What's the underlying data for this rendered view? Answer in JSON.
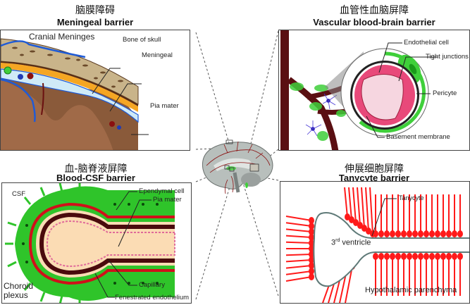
{
  "panels": {
    "meningeal": {
      "title_zh": "脑膜障碍",
      "title_en": "Meningeal barrier",
      "labels": {
        "cranial_meninges": "Cranial Meninges",
        "bone_of_skull": "Bone of skull",
        "meningeal": "Meningeal",
        "pia_mater": "Pia mater"
      }
    },
    "vascular": {
      "title_zh": "血管性血脑屏障",
      "title_en": "Vascular blood-brain barrier",
      "labels": {
        "endothelial_cell": "Endothelial cell",
        "tight_junctions": "Tight junctions",
        "pericyte": "Pericyte",
        "basement_membrane": "Basement membrane"
      }
    },
    "csf": {
      "title_zh": "血-脑脊液屏障",
      "title_en": "Blood-CSF barrier",
      "labels": {
        "csf": "CSF",
        "ependymal_cell": "Ependymal cell",
        "pia_mater": "Pia mater",
        "choroid_plexus": "Choroid plexus",
        "capillary": "Capillary",
        "fenestrated_endothelium": "Fenestrated endothelium"
      }
    },
    "tanycyte": {
      "title_zh": "伸展细胞屏障",
      "title_en": "Tanycyte barrier",
      "labels": {
        "tanycyte": "Tanycyte",
        "third_ventricle_num": "3",
        "third_ventricle_sup": "rd",
        "third_ventricle_text": " ventricle",
        "hypothalamic_parenchyma": "Hypothalamic parenchyma"
      }
    }
  },
  "colors": {
    "brain_tissue": "#8a5a3a",
    "bone": "#c9b48a",
    "dura_orange": "#f5a623",
    "csf_blue": "#cfeaf7",
    "vessel_blue": "#1f5bd6",
    "vessel_dark_red": "#5a0f12",
    "endothelium_pink": "#e8497a",
    "lumen_pink": "#f6d6e0",
    "pericyte_green": "#3fcf3a",
    "ependymal_green": "#2fc42a",
    "capillary_red": "#d0101a",
    "plasma_cream": "#fbdcb4",
    "tanycyte_red": "#ff1a1a",
    "ventricle_outline": "#5f7a78"
  }
}
